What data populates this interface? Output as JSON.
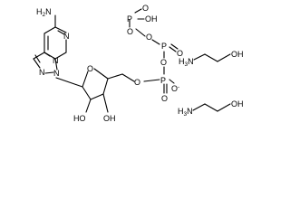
{
  "labels": {
    "adenine_amino": "H2N",
    "adenine_n1": "N",
    "adenine_n3": "N",
    "adenine_n7": "N",
    "adenine_n9": "N",
    "ribose_o": "O",
    "ribose_oh2": "HO",
    "ribose_oh3": "OH",
    "ester_o": "O",
    "p_alpha": "P",
    "p_alpha_o": "O",
    "p_alpha_oh": "O",
    "bridge_o1": "O",
    "p_beta": "P",
    "p_beta_o": "O",
    "bridge_o2": "O",
    "p_gamma": "P",
    "p_gamma_o": "O",
    "p_gamma_oh": "OH",
    "ethanolamine1_n": "H3N",
    "ethanolamine1_oh": "OH",
    "ethanolamine2_n": "H3N",
    "ethanolamine2_oh": "OH"
  }
}
